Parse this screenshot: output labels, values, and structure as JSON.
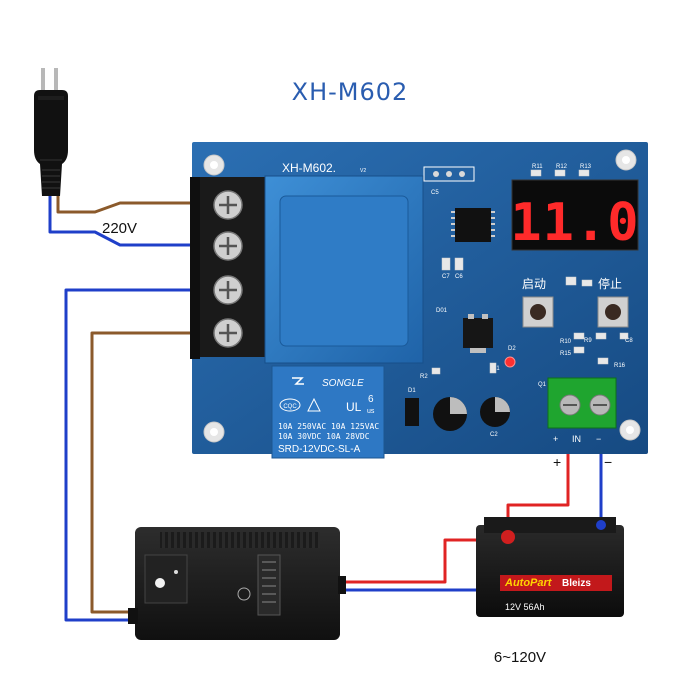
{
  "title": "XH-M602",
  "mains_voltage": "220V",
  "battery_range": "6~120V",
  "board": {
    "silk_model": "XH-M602.",
    "silk_version": "V2",
    "display_value": "11.0",
    "start_label": "启动",
    "stop_label": "停止",
    "relay_brand": "SONGLE",
    "relay_lines": [
      "10A 250VAC  10A 125VAC",
      "10A 30VDC   10A 28VDC"
    ],
    "relay_model": "SRD-12VDC-SL-A",
    "relay_num": "6",
    "relay_sub": "us",
    "relay_cqc": "CQC",
    "relay_ul": "UL",
    "refs": {
      "r11": "R11",
      "r12": "R12",
      "r13": "R13",
      "c5": "C5",
      "c7": "C7",
      "c6": "C6",
      "d01": "D01",
      "d2": "D2",
      "r2": "R2",
      "c1": "C1",
      "c2": "C2",
      "d1": "D1",
      "r10": "R10",
      "r15": "R15",
      "r16": "R16",
      "r9": "R9",
      "c8": "C8",
      "q1": "Q1"
    },
    "terminal_plus": "+",
    "terminal_in": "IN",
    "terminal_minus": "−"
  },
  "polarity": {
    "plus": "+",
    "minus": "−"
  },
  "battery": {
    "brand": "AutoPart",
    "brand2": "Bleizs",
    "spec": "12V 56Ah"
  },
  "colors": {
    "pcb": "#1f5d9c",
    "wire_brown": "#8b5a2b",
    "wire_blue": "#1f3fc9",
    "wire_red": "#e02424",
    "title": "#2a5db0",
    "led": "#ff2a2a"
  }
}
